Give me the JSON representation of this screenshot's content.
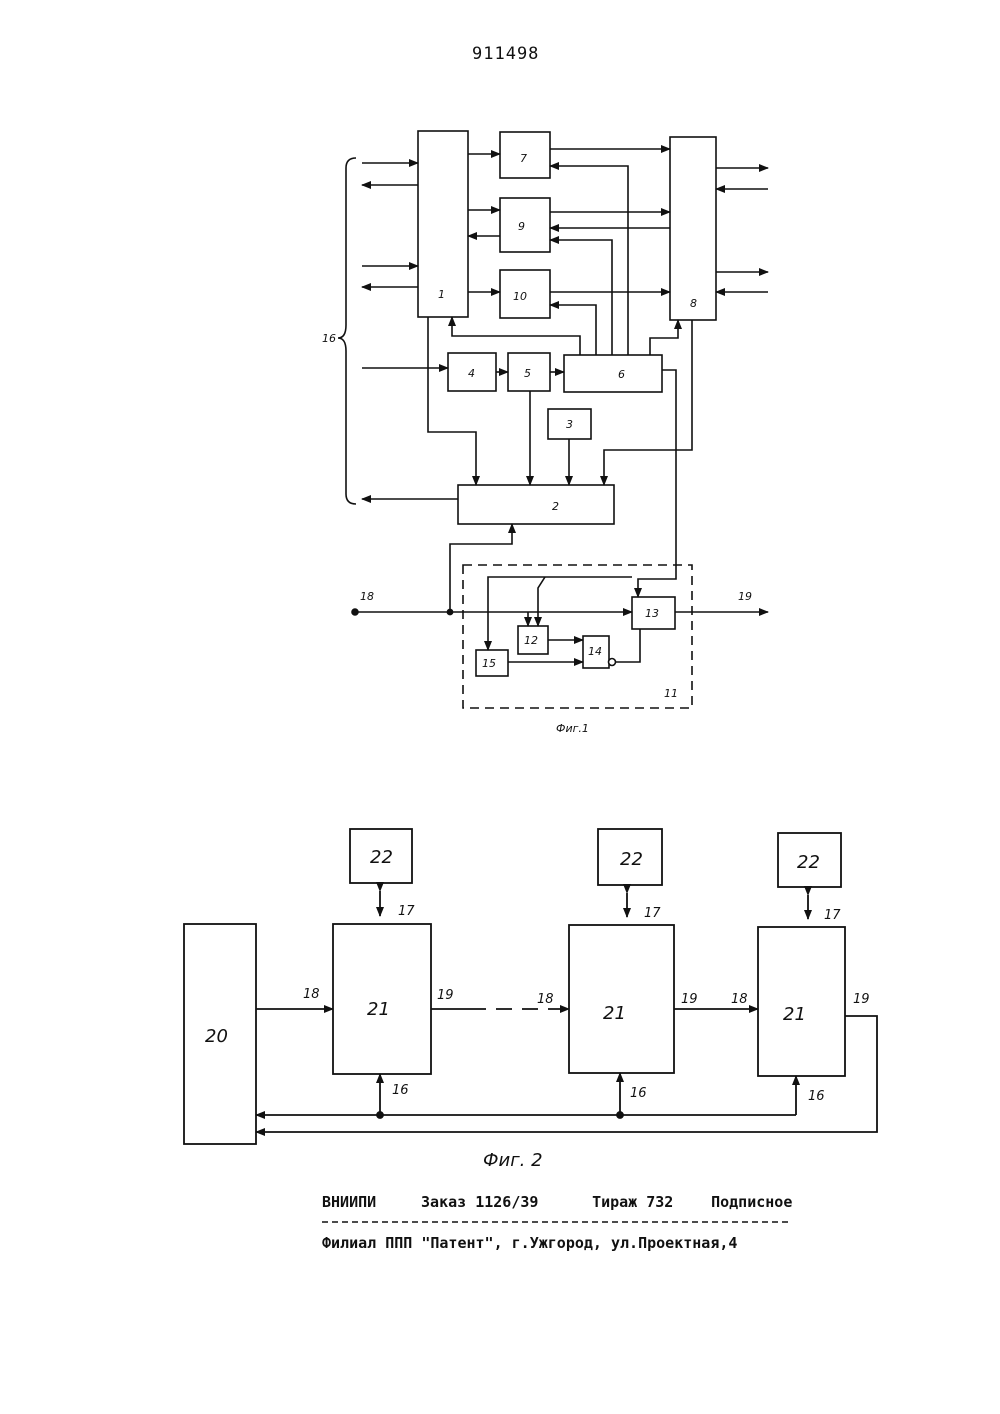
{
  "header": {
    "patent_number": "911498"
  },
  "fig1": {
    "caption": "Фиг.1",
    "blocks": {
      "b1": "1",
      "b2": "2",
      "b3": "3",
      "b4": "4",
      "b5": "5",
      "b6": "6",
      "b7": "7",
      "b8": "8",
      "b9": "9",
      "b10": "10",
      "b12": "12",
      "b13": "13",
      "b14": "14",
      "b15": "15"
    },
    "labels": {
      "l11": "11",
      "l16": "16",
      "l18": "18",
      "l19": "19"
    }
  },
  "fig2": {
    "caption": "Фиг. 2",
    "blocks": {
      "b20": "20",
      "b21a": "21",
      "b21b": "21",
      "b21c": "21",
      "b22a": "22",
      "b22b": "22",
      "b22c": "22"
    },
    "labels": {
      "l17a": "17",
      "l17b": "17",
      "l17c": "17",
      "l18a": "18",
      "l18b": "18",
      "l18c": "18",
      "l19a": "19",
      "l19b": "19",
      "l19c": "19",
      "l16a": "16",
      "l16b": "16",
      "l16c": "16"
    }
  },
  "footer": {
    "org": "ВНИИПИ",
    "order": "Заказ 1126/39",
    "circulation": "Тираж 732",
    "subscription": "Подписное",
    "address": "Филиал ППП \"Патент\", г.Ужгород, ул.Проектная,4"
  }
}
